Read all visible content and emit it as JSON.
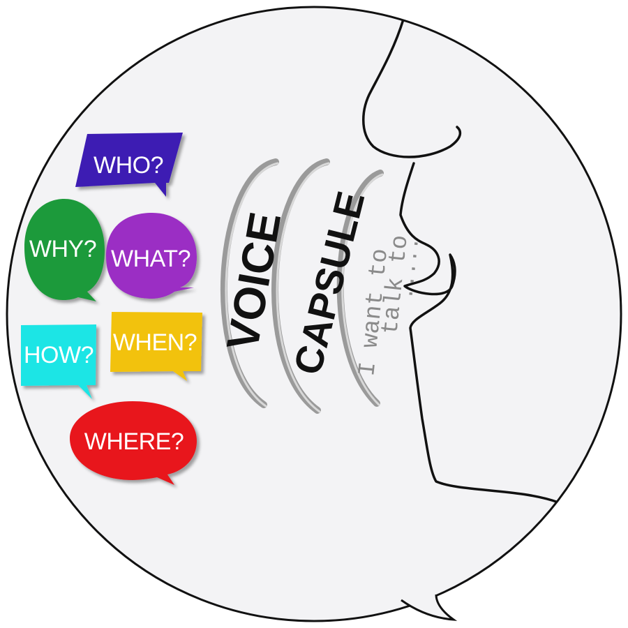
{
  "logo": {
    "brand_line_1": "VOICE",
    "brand_line_2": "CAPSULE",
    "tagline_1": "I want to",
    "tagline_2": "talk to",
    "ellipsis": "....."
  },
  "questions": [
    {
      "label": "WHO?",
      "color": "#3d1fb3"
    },
    {
      "label": "WHY?",
      "color": "#1f9a3a"
    },
    {
      "label": "WHAT?",
      "color": "#9b2fc4"
    },
    {
      "label": "HOW?",
      "color": "#1fe5e5"
    },
    {
      "label": "WHEN?",
      "color": "#f2c20a"
    },
    {
      "label": "WHERE?",
      "color": "#e8141c"
    }
  ],
  "colors": {
    "background": "#f3f3f5",
    "outline": "#111111",
    "voice_text": "#111111",
    "capsule_text": "#111111",
    "tagline_text": "#8a8a8a"
  }
}
